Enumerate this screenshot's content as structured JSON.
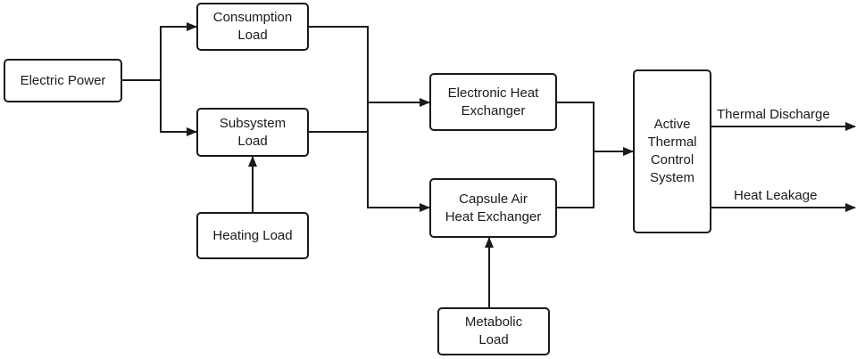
{
  "nodes": {
    "electric_power": {
      "line1": "Electric Power"
    },
    "consumption_load": {
      "line1": "Consumption",
      "line2": "Load"
    },
    "subsystem_load": {
      "line1": "Subsystem",
      "line2": "Load"
    },
    "heating_load": {
      "line1": "Heating Load"
    },
    "electronic_heat_exchanger": {
      "line1": "Electronic Heat",
      "line2": "Exchanger"
    },
    "capsule_air_heat_exchanger": {
      "line1": "Capsule Air",
      "line2": "Heat Exchanger"
    },
    "metabolic_load": {
      "line1": "Metabolic",
      "line2": "Load"
    },
    "active_thermal_control_system": {
      "line1": "Active",
      "line2": "Thermal",
      "line3": "Control",
      "line4": "System"
    }
  },
  "outputs": {
    "thermal_discharge": "Thermal Discharge",
    "heat_leakage": "Heat Leakage"
  },
  "colors": {
    "stroke": "#1a1a1a",
    "background": "#ffffff"
  }
}
